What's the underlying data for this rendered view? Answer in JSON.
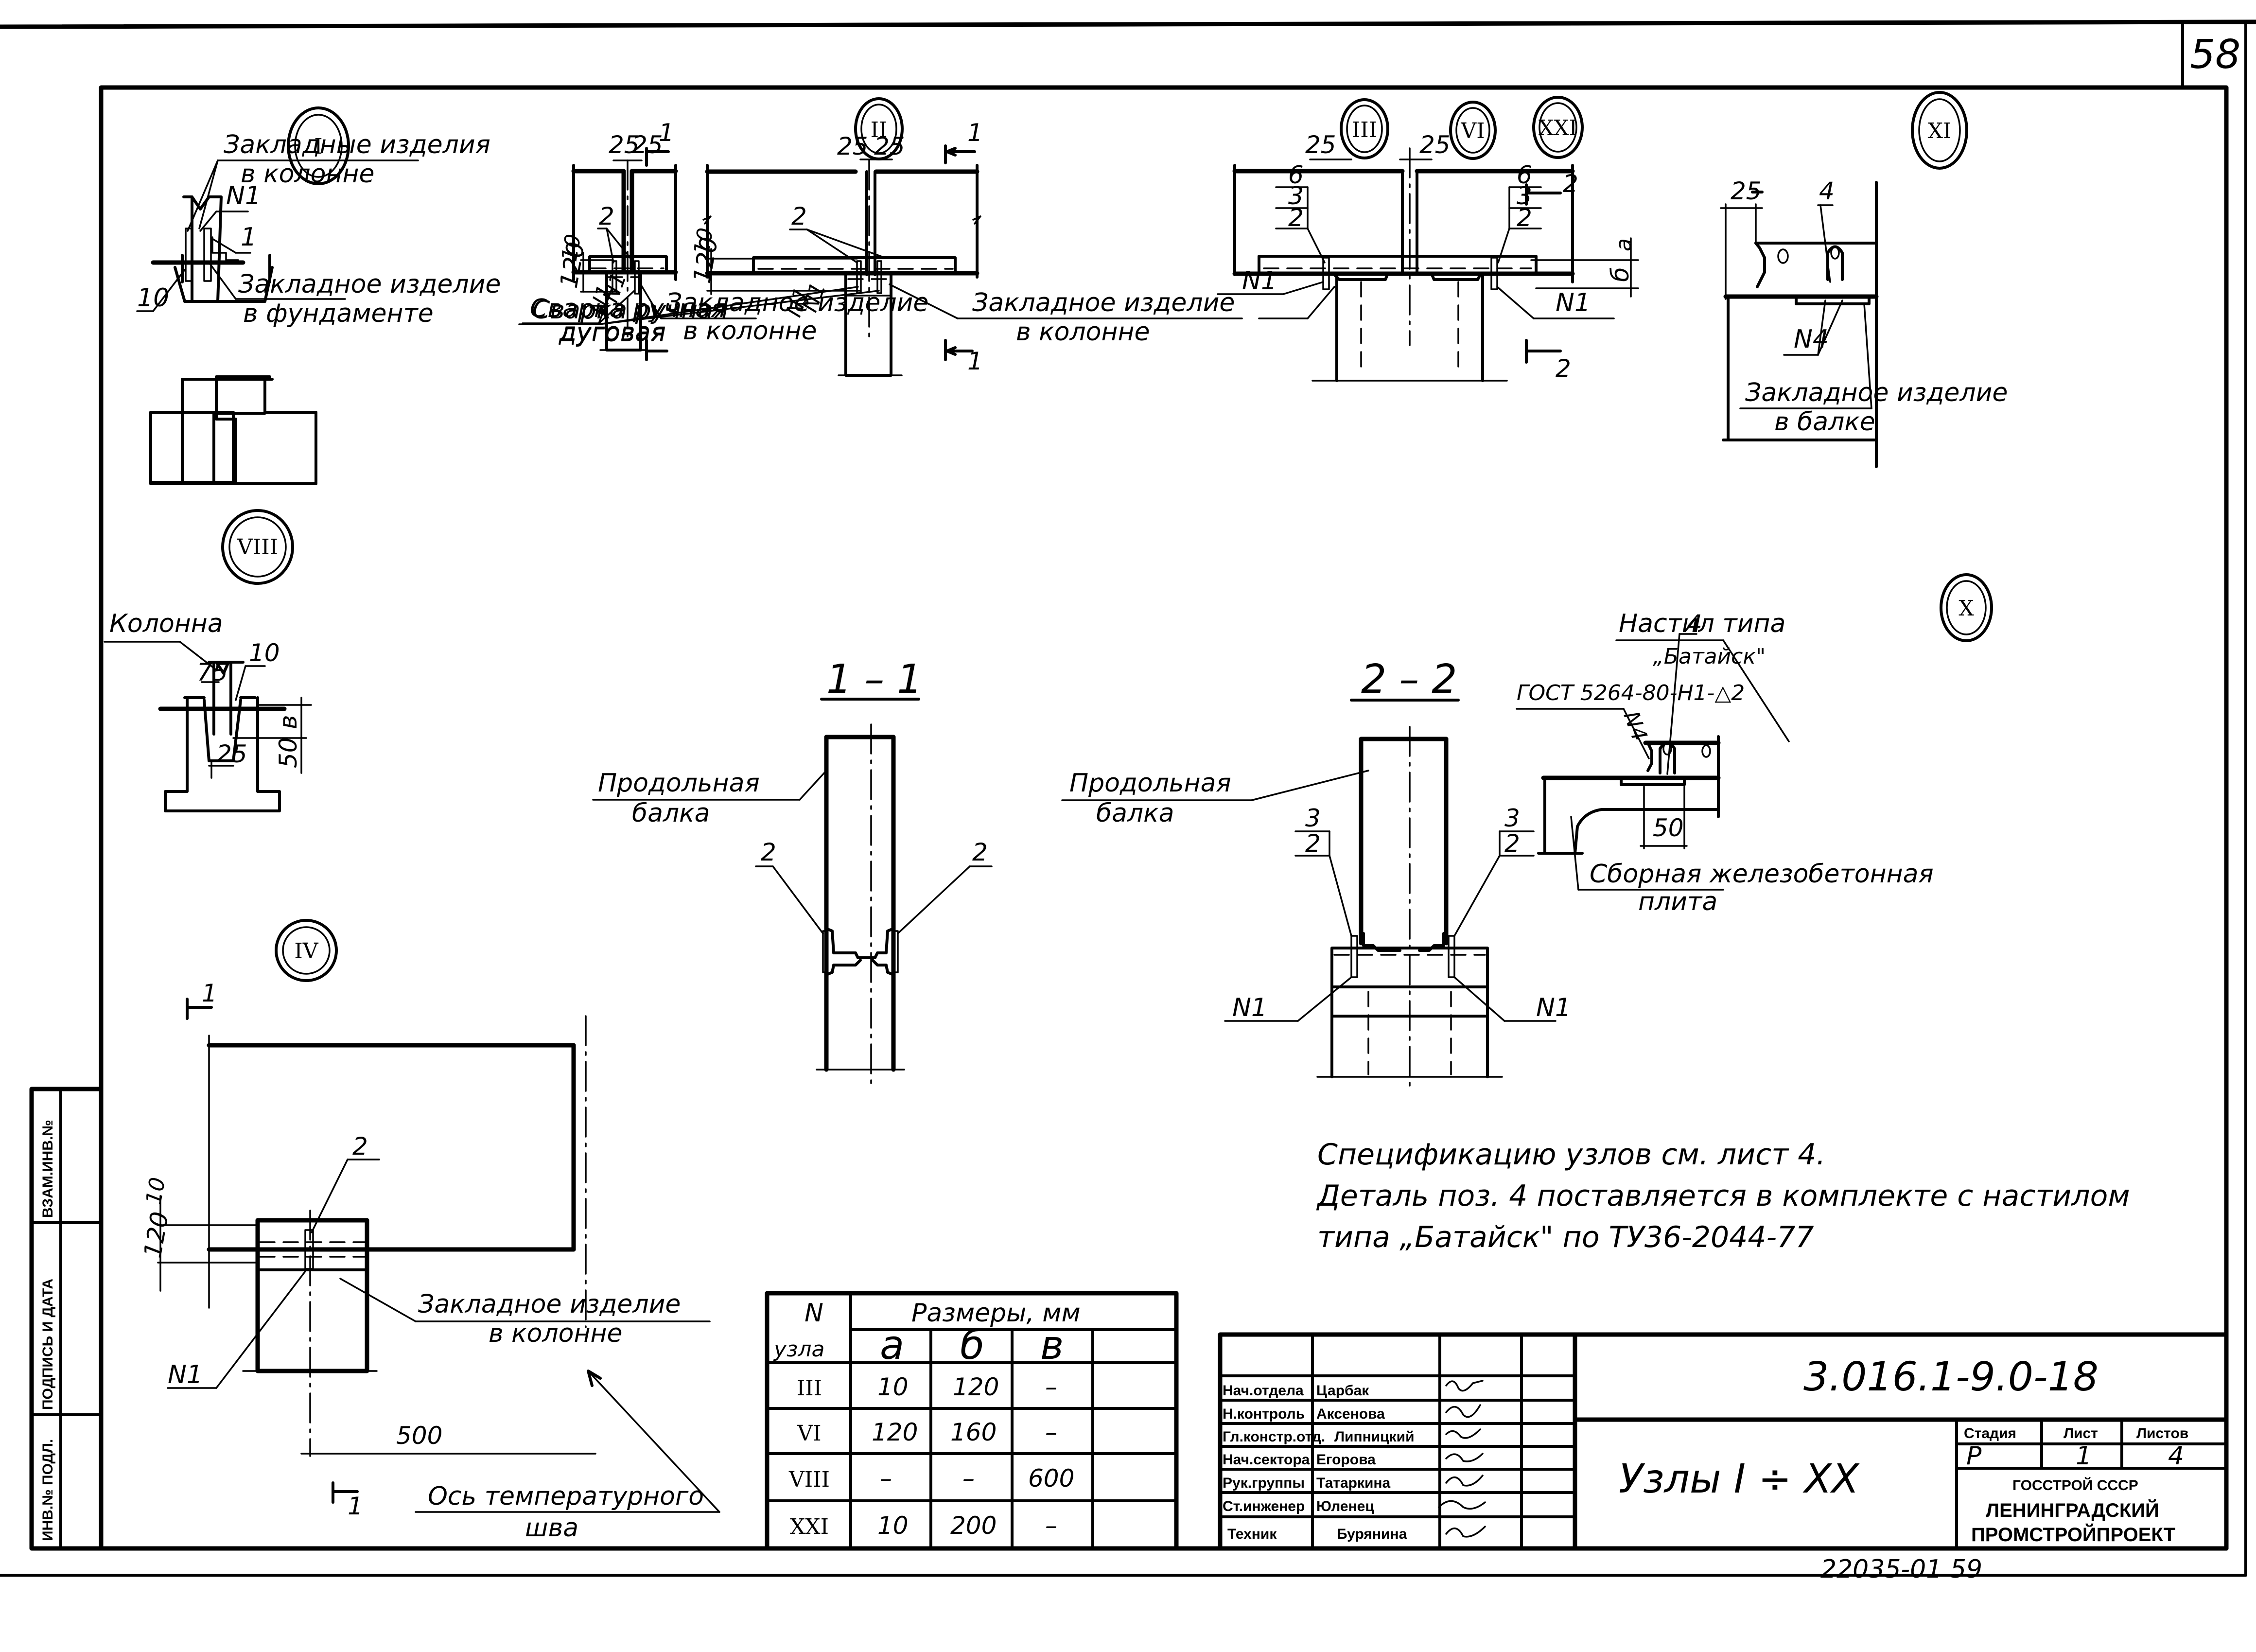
{
  "sheet": {
    "page_number": "58",
    "archive_number": "22035-01 59"
  },
  "side_stamp": {
    "cells": [
      "ИНВ.№ ПОДЛ.",
      "ПОДПИСЬ И ДАТА",
      "ВЗАМ.ИНВ.№"
    ]
  },
  "nodes": {
    "I": {
      "label": "I",
      "leader_1": "Закладные изделия",
      "leader_1b": "в колонне",
      "mark_n1": "N1",
      "mark_1": "1",
      "mark_10": "10",
      "leader_2": "Закладное изделие",
      "leader_2b": "в фундаменте"
    },
    "II": {
      "label": "II",
      "dim_left": "25",
      "dim_right": "25",
      "section_mark": "1",
      "mark_2": "2",
      "dim_10": "10",
      "dim_120": "120",
      "mark_n1a": "N1",
      "mark_n1b": "N1",
      "weld_1": "Сварка ручная",
      "weld_2": "дуговая",
      "leader_1": "Закладное изделие",
      "leader_1b": "в колонне"
    },
    "III_VI_XXI": {
      "labels": [
        "III",
        "VI",
        "XXI"
      ],
      "dim_left": "25",
      "dim_right": "25",
      "section_mark": "2",
      "stack_left": [
        "6",
        "3",
        "2"
      ],
      "stack_right": [
        "6",
        "3",
        "2"
      ],
      "dim_a": "а",
      "dim_b": "б",
      "mark_n1_left": "N1",
      "mark_n1_right": "N1"
    },
    "XI": {
      "label": "XI",
      "dim_25": "25",
      "mark_4": "4",
      "mark_n4": "N4",
      "leader_1": "Закладное изделие",
      "leader_1b": "в балке"
    },
    "VIII": {
      "label": "VIII",
      "leader_col": "Колонна",
      "dim_75": "75",
      "mark_10": "10",
      "dim_v": "в",
      "dim_50": "50",
      "dim_25": "25"
    },
    "X": {
      "label": "X",
      "leader_1": "Настил типа",
      "leader_1b": "„Батайск\"",
      "weld": "ГОСТ 5264-80-Н1-△2",
      "mark_4": "4",
      "mark_n4": "N4",
      "dim_50": "50",
      "leader_2": "Сборная железобетонная",
      "leader_2b": "плита"
    },
    "IV": {
      "label": "IV",
      "section_mark": "1",
      "mark_2": "2",
      "dim_10": "10",
      "dim_120": "120",
      "mark_n1": "N1",
      "leader_1": "Закладное изделие",
      "leader_1b": "в колонне",
      "dim_500": "500",
      "leader_axis": "Ось температурного",
      "leader_axis_b": "шва"
    }
  },
  "sections": {
    "s11": {
      "title": "1 – 1",
      "leader": "Продольная",
      "leader_b": "балка",
      "mark_left": "2",
      "mark_right": "2"
    },
    "s22": {
      "title": "2 – 2",
      "leader": "Продольная",
      "leader_b": "балка",
      "stack_left": [
        "3",
        "2"
      ],
      "stack_right": [
        "3",
        "2"
      ],
      "mark_n1_left": "N1",
      "mark_n1_right": "N1"
    }
  },
  "notes": [
    "Спецификацию узлов см. лист 4.",
    "Деталь поз. 4 поставляется в комплекте с настилом",
    "типа „Батайск\" по ТУ36-2044-77"
  ],
  "dimensions_table": {
    "col_node_top": "N",
    "col_node_bottom": "узла",
    "group_header": "Размеры, мм",
    "columns": [
      "а",
      "б",
      "в",
      ""
    ],
    "rows": [
      {
        "node": "III",
        "values": [
          "10",
          "120",
          "–",
          ""
        ]
      },
      {
        "node": "VI",
        "values": [
          "120",
          "160",
          "–",
          ""
        ]
      },
      {
        "node": "VIII",
        "values": [
          "–",
          "–",
          "600",
          ""
        ]
      },
      {
        "node": "XXI",
        "values": [
          "10",
          "200",
          "–",
          ""
        ]
      }
    ]
  },
  "title_block": {
    "designation": "3.016.1-9.0-18",
    "sheet_title": "Узлы I ÷ XX",
    "stage_header": "Стадия",
    "sheet_header": "Лист",
    "sheets_header": "Листов",
    "stage": "Р",
    "sheet": "1",
    "sheets": "4",
    "org_1": "ГОССТРОЙ СССР",
    "org_2": "ЛЕНИНГРАДСКИЙ",
    "org_3": "ПРОМСТРОЙПРОЕКТ",
    "staff": [
      {
        "role": "Нач.отдела",
        "name": "Царбак"
      },
      {
        "role": "Н.контроль",
        "name": "Аксенова"
      },
      {
        "role": "Гл.констр.отд.",
        "name": "Липницкий"
      },
      {
        "role": "Нач.сектора",
        "name": "Егорова"
      },
      {
        "role": "Рук.группы",
        "name": "Татаркина"
      },
      {
        "role": "Ст.инженер",
        "name": "Юленец"
      },
      {
        "role": "Техник",
        "name": "Бурянина"
      }
    ]
  }
}
